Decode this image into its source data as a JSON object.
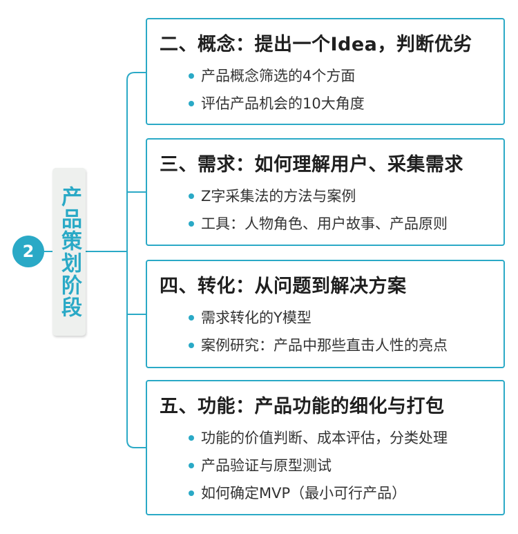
{
  "root": {
    "number": "2",
    "label": "产品策划阶段"
  },
  "colors": {
    "accent": "#2aa9c6",
    "label_bg": "#eef0ee",
    "text": "#1f1f1f"
  },
  "cards": [
    {
      "title": "二、概念：提出一个Idea，判断优劣",
      "items": [
        "产品概念筛选的4个方面",
        "评估产品机会的10大角度"
      ]
    },
    {
      "title": "三、需求：如何理解用户、采集需求",
      "items": [
        "Z字采集法的方法与案例",
        "工具：人物角色、用户故事、产品原则"
      ]
    },
    {
      "title": "四、转化：从问题到解决方案",
      "items": [
        "需求转化的Y模型",
        "案例研究：产品中那些直击人性的亮点"
      ]
    },
    {
      "title": "五、功能：产品功能的细化与打包",
      "items": [
        "功能的价值判断、成本评估，分类处理",
        "产品验证与原型测试",
        "如何确定MVP（最小可行产品）"
      ]
    }
  ]
}
